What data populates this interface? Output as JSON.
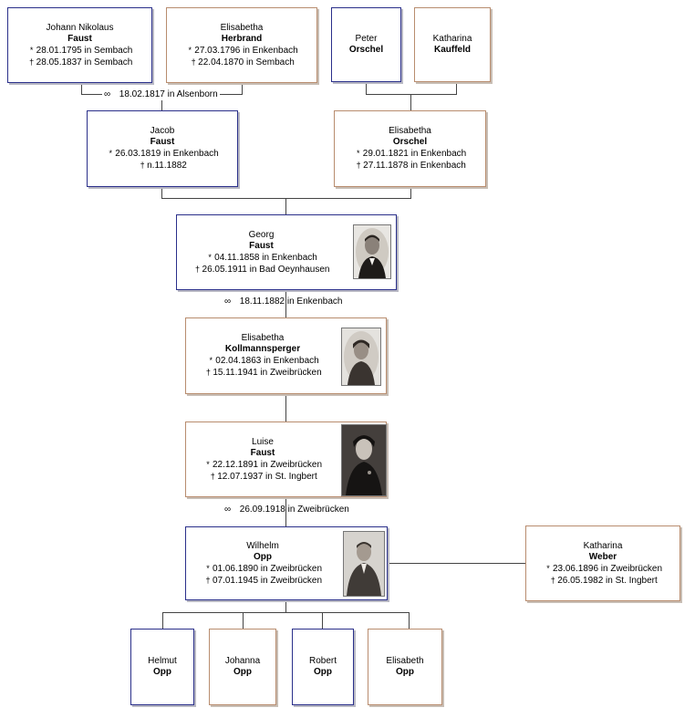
{
  "symbols": {
    "birth": "*",
    "death": "†",
    "marriage": "∞"
  },
  "people": {
    "johann_nikolaus": {
      "given": "Johann Nikolaus",
      "surname": "Faust",
      "birth": "28.01.1795 in Sembach",
      "death": "28.05.1837 in Sembach"
    },
    "elisabetha_herbrand": {
      "given": "Elisabetha",
      "surname": "Herbrand",
      "birth": "27.03.1796 in Enkenbach",
      "death": "22.04.1870 in Sembach"
    },
    "peter_orschel": {
      "given": "Peter",
      "surname": "Orschel"
    },
    "katharina_kauffeld": {
      "given": "Katharina",
      "surname": "Kauffeld"
    },
    "jacob_faust": {
      "given": "Jacob",
      "surname": "Faust",
      "birth": "26.03.1819 in Enkenbach",
      "death": "n.11.1882"
    },
    "elisabetha_orschel": {
      "given": "Elisabetha",
      "surname": "Orschel",
      "birth": "29.01.1821 in Enkenbach",
      "death": "27.11.1878 in Enkenbach"
    },
    "georg_faust": {
      "given": "Georg",
      "surname": "Faust",
      "birth": "04.11.1858 in Enkenbach",
      "death": "26.05.1911 in Bad Oeynhausen"
    },
    "elisabetha_kollmannsperger": {
      "given": "Elisabetha",
      "surname": "Kollmannsperger",
      "birth": "02.04.1863 in Enkenbach",
      "death": "15.11.1941 in Zweibrücken"
    },
    "luise_faust": {
      "given": "Luise",
      "surname": "Faust",
      "birth": "22.12.1891 in Zweibrücken",
      "death": "12.07.1937 in St. Ingbert"
    },
    "wilhelm_opp": {
      "given": "Wilhelm",
      "surname": "Opp",
      "birth": "01.06.1890 in Zweibrücken",
      "death": "07.01.1945 in Zweibrücken"
    },
    "katharina_weber": {
      "given": "Katharina",
      "surname": "Weber",
      "birth": "23.06.1896 in Zweibrücken",
      "death": "26.05.1982 in St. Ingbert"
    },
    "helmut_opp": {
      "given": "Helmut",
      "surname": "Opp"
    },
    "johanna_opp": {
      "given": "Johanna",
      "surname": "Opp"
    },
    "robert_opp": {
      "given": "Robert",
      "surname": "Opp"
    },
    "elisabeth_opp": {
      "given": "Elisabeth",
      "surname": "Opp"
    }
  },
  "marriages": {
    "m1": "18.02.1817 in Alsenborn",
    "m2": "18.11.1882 in Enkenbach",
    "m3": "26.09.1918 in Zweibrücken"
  }
}
